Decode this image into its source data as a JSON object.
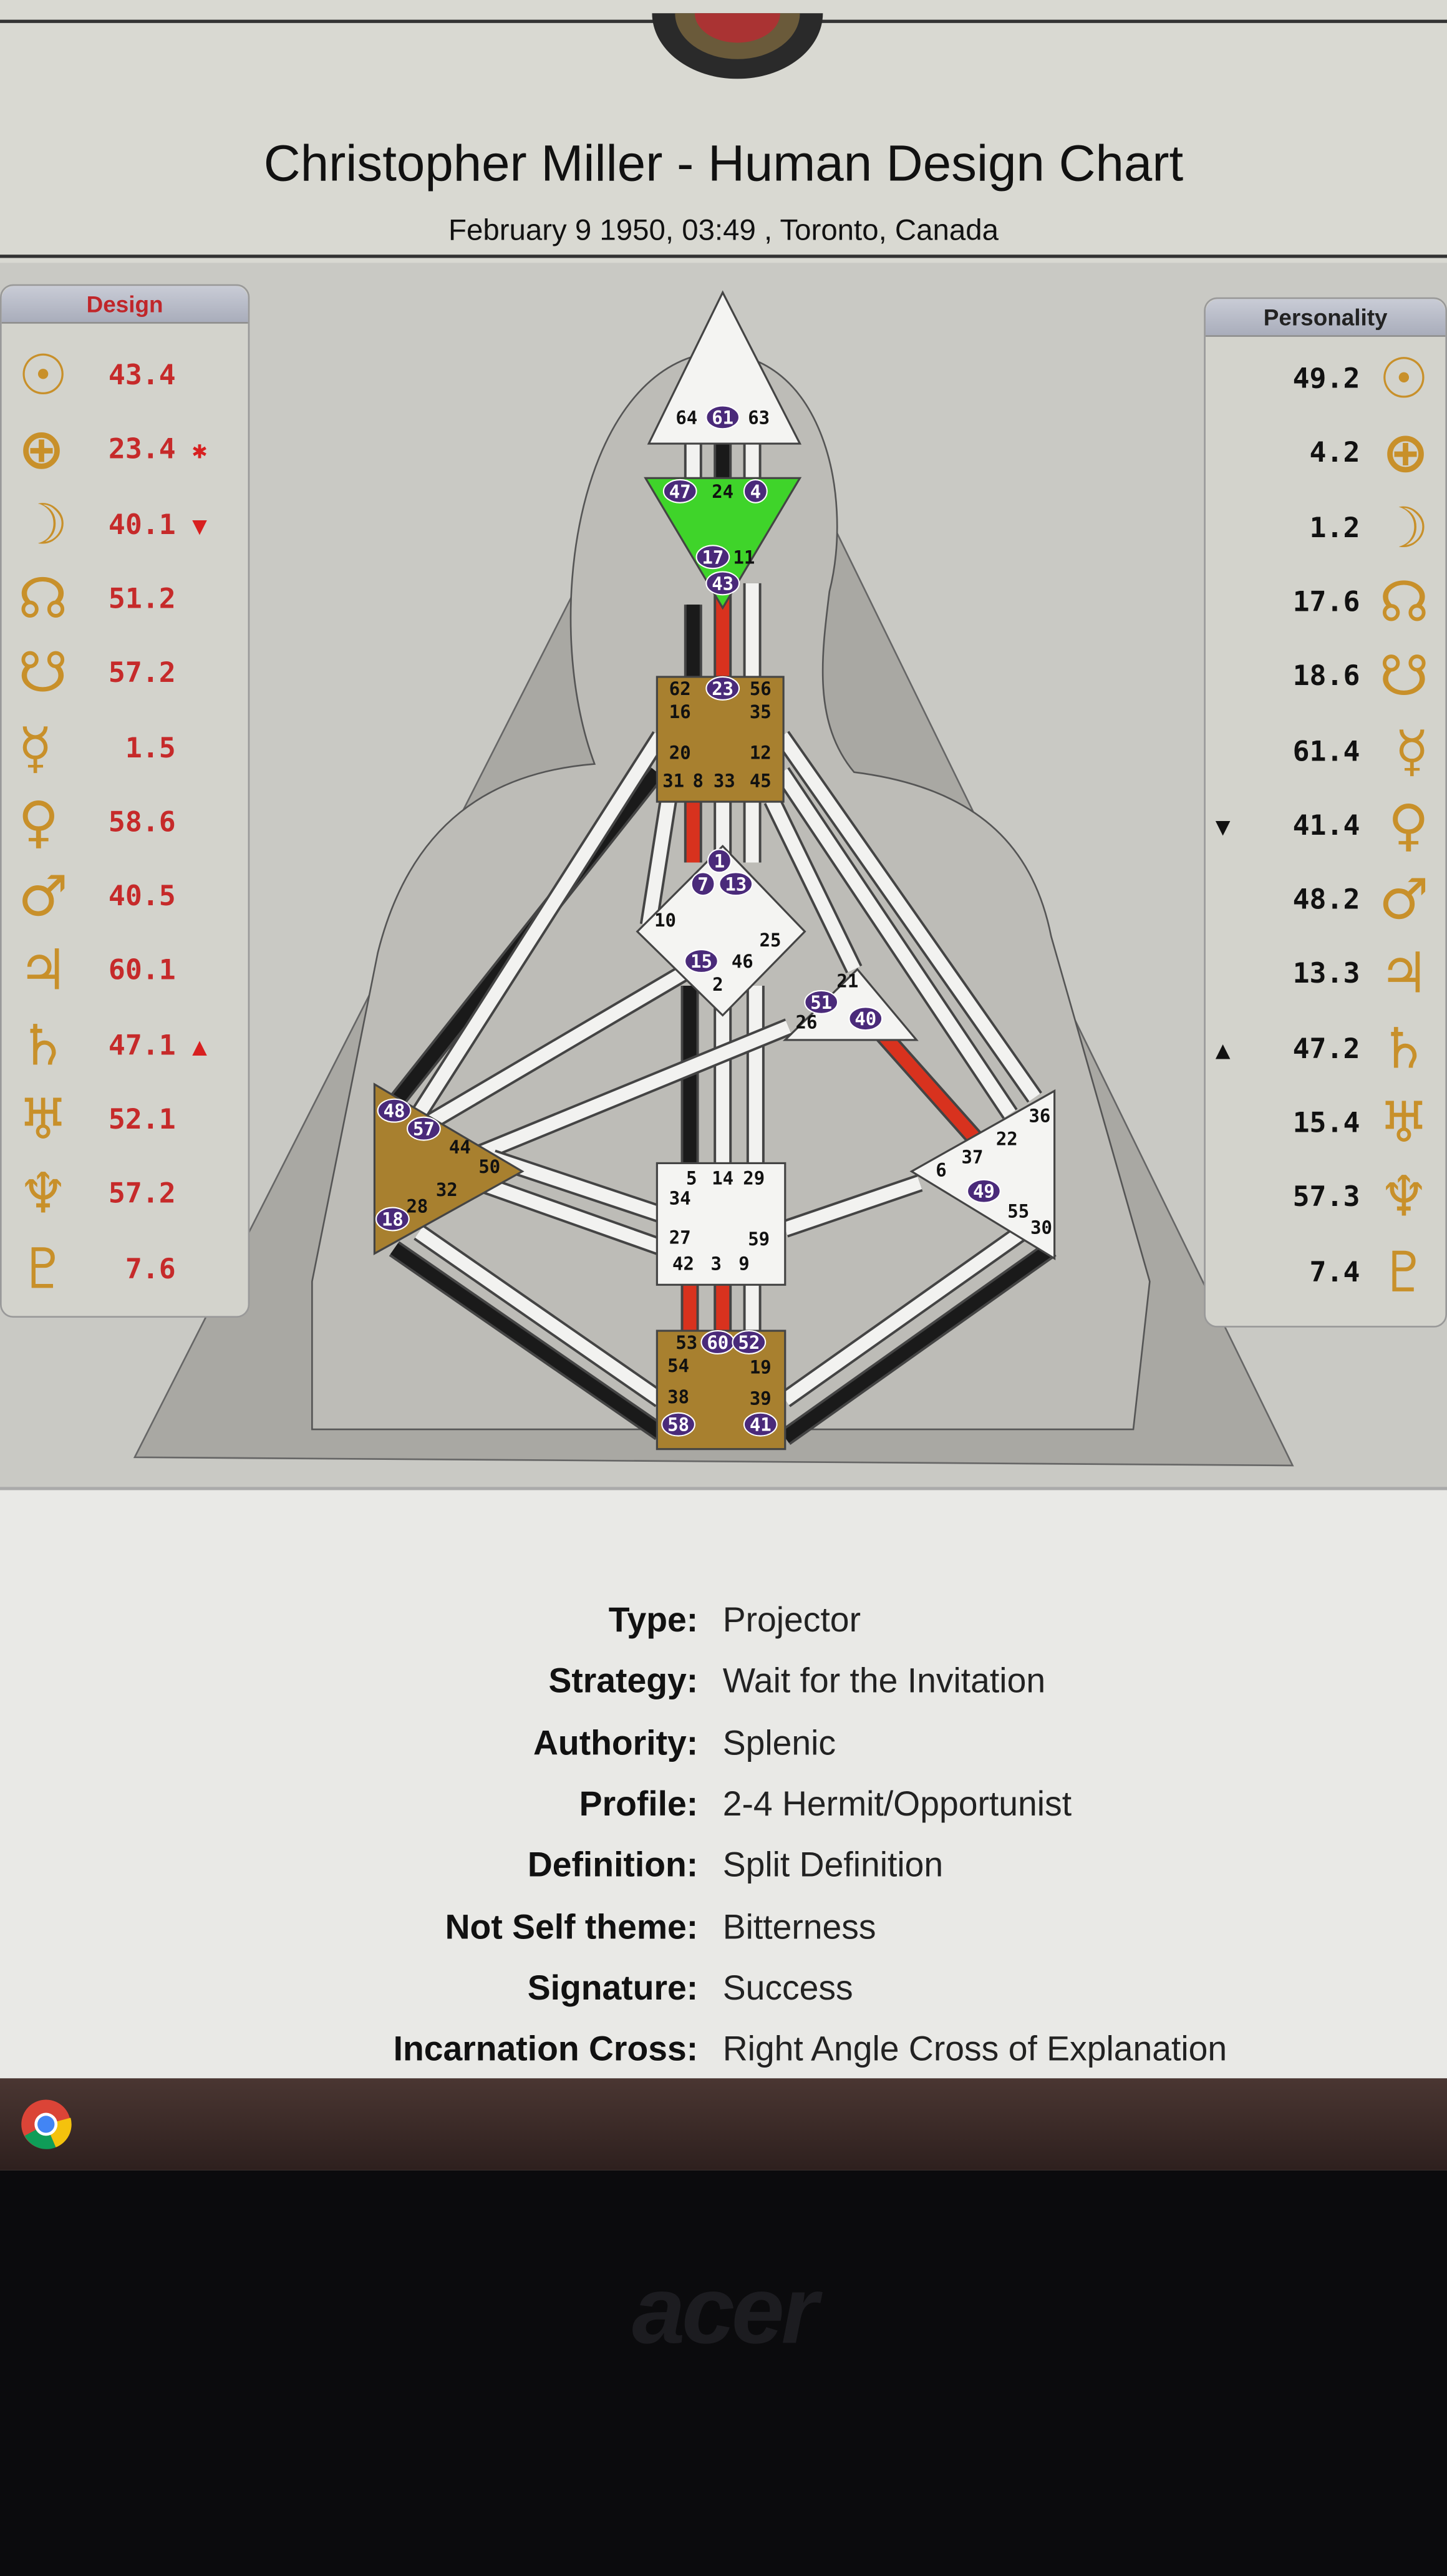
{
  "header": {
    "title": "Christopher Miller - Human Design Chart",
    "subtitle": "February 9 1950, 03:49 , Toronto, Canada"
  },
  "design": {
    "label": "Design",
    "rows": [
      {
        "planet": "sun",
        "value": "43.4",
        "mark": ""
      },
      {
        "planet": "earth",
        "value": "23.4",
        "mark": "✱"
      },
      {
        "planet": "moon",
        "value": "40.1",
        "mark": "▼"
      },
      {
        "planet": "north-node",
        "value": "51.2",
        "mark": ""
      },
      {
        "planet": "south-node",
        "value": "57.2",
        "mark": ""
      },
      {
        "planet": "mercury",
        "value": "1.5",
        "mark": ""
      },
      {
        "planet": "venus",
        "value": "58.6",
        "mark": ""
      },
      {
        "planet": "mars",
        "value": "40.5",
        "mark": ""
      },
      {
        "planet": "jupiter",
        "value": "60.1",
        "mark": ""
      },
      {
        "planet": "saturn",
        "value": "47.1",
        "mark": "▲"
      },
      {
        "planet": "uranus",
        "value": "52.1",
        "mark": ""
      },
      {
        "planet": "neptune",
        "value": "57.2",
        "mark": ""
      },
      {
        "planet": "pluto",
        "value": "7.6",
        "mark": ""
      }
    ]
  },
  "personality": {
    "label": "Personality",
    "rows": [
      {
        "planet": "sun",
        "value": "49.2",
        "mark": ""
      },
      {
        "planet": "earth",
        "value": "4.2",
        "mark": ""
      },
      {
        "planet": "moon",
        "value": "1.2",
        "mark": ""
      },
      {
        "planet": "north-node",
        "value": "17.6",
        "mark": ""
      },
      {
        "planet": "south-node",
        "value": "18.6",
        "mark": ""
      },
      {
        "planet": "mercury",
        "value": "61.4",
        "mark": ""
      },
      {
        "planet": "venus",
        "value": "41.4",
        "mark": "▼"
      },
      {
        "planet": "mars",
        "value": "48.2",
        "mark": ""
      },
      {
        "planet": "jupiter",
        "value": "13.3",
        "mark": ""
      },
      {
        "planet": "saturn",
        "value": "47.2",
        "mark": "▲"
      },
      {
        "planet": "uranus",
        "value": "15.4",
        "mark": ""
      },
      {
        "planet": "neptune",
        "value": "57.3",
        "mark": ""
      },
      {
        "planet": "pluto",
        "value": "7.4",
        "mark": ""
      }
    ]
  },
  "bodygraph": {
    "colors": {
      "defined_gold": "#a8802f",
      "defined_green": "#3fd42a",
      "undefined": "#f4f4f2",
      "active_gate": "#4a2a7a",
      "red": "#d8321e",
      "black": "#1a1a1a"
    },
    "centers": [
      {
        "name": "head",
        "defined": false,
        "gates": [
          {
            "g": "64",
            "a": false
          },
          {
            "g": "61",
            "a": true
          },
          {
            "g": "63",
            "a": false
          }
        ]
      },
      {
        "name": "ajna",
        "defined": true,
        "gates": [
          {
            "g": "47",
            "a": true
          },
          {
            "g": "24",
            "a": false
          },
          {
            "g": "4",
            "a": true
          },
          {
            "g": "17",
            "a": true
          },
          {
            "g": "11",
            "a": false
          },
          {
            "g": "43",
            "a": true
          }
        ]
      },
      {
        "name": "throat",
        "defined": true,
        "gates": [
          {
            "g": "62",
            "a": false
          },
          {
            "g": "23",
            "a": true
          },
          {
            "g": "56",
            "a": false
          },
          {
            "g": "16",
            "a": false
          },
          {
            "g": "35",
            "a": false
          },
          {
            "g": "20",
            "a": false
          },
          {
            "g": "12",
            "a": false
          },
          {
            "g": "31",
            "a": false
          },
          {
            "g": "8",
            "a": false
          },
          {
            "g": "33",
            "a": false
          },
          {
            "g": "45",
            "a": false
          }
        ]
      },
      {
        "name": "g",
        "defined": false,
        "gates": [
          {
            "g": "1",
            "a": true
          },
          {
            "g": "7",
            "a": true
          },
          {
            "g": "13",
            "a": true
          },
          {
            "g": "10",
            "a": false
          },
          {
            "g": "25",
            "a": false
          },
          {
            "g": "15",
            "a": true
          },
          {
            "g": "46",
            "a": false
          },
          {
            "g": "2",
            "a": false
          }
        ]
      },
      {
        "name": "heart",
        "defined": false,
        "gates": [
          {
            "g": "21",
            "a": false
          },
          {
            "g": "51",
            "a": true
          },
          {
            "g": "26",
            "a": false
          },
          {
            "g": "40",
            "a": true
          }
        ]
      },
      {
        "name": "spleen",
        "defined": true,
        "gates": [
          {
            "g": "48",
            "a": true
          },
          {
            "g": "57",
            "a": true
          },
          {
            "g": "44",
            "a": false
          },
          {
            "g": "50",
            "a": false
          },
          {
            "g": "32",
            "a": false
          },
          {
            "g": "28",
            "a": false
          },
          {
            "g": "18",
            "a": true
          }
        ]
      },
      {
        "name": "solar-plexus",
        "defined": false,
        "gates": [
          {
            "g": "36",
            "a": false
          },
          {
            "g": "22",
            "a": false
          },
          {
            "g": "37",
            "a": false
          },
          {
            "g": "6",
            "a": false
          },
          {
            "g": "49",
            "a": true
          },
          {
            "g": "55",
            "a": false
          },
          {
            "g": "30",
            "a": false
          }
        ]
      },
      {
        "name": "sacral",
        "defined": false,
        "gates": [
          {
            "g": "5",
            "a": false
          },
          {
            "g": "14",
            "a": false
          },
          {
            "g": "29",
            "a": false
          },
          {
            "g": "34",
            "a": false
          },
          {
            "g": "27",
            "a": false
          },
          {
            "g": "59",
            "a": false
          },
          {
            "g": "42",
            "a": false
          },
          {
            "g": "3",
            "a": false
          },
          {
            "g": "9",
            "a": false
          }
        ]
      },
      {
        "name": "root",
        "defined": true,
        "gates": [
          {
            "g": "53",
            "a": false
          },
          {
            "g": "60",
            "a": true
          },
          {
            "g": "52",
            "a": true
          },
          {
            "g": "54",
            "a": false
          },
          {
            "g": "19",
            "a": false
          },
          {
            "g": "38",
            "a": false
          },
          {
            "g": "39",
            "a": false
          },
          {
            "g": "58",
            "a": true
          },
          {
            "g": "41",
            "a": true
          }
        ]
      }
    ]
  },
  "properties": [
    {
      "key": "Type:",
      "value": "Projector"
    },
    {
      "key": "Strategy:",
      "value": "Wait for the Invitation"
    },
    {
      "key": "Authority:",
      "value": "Splenic"
    },
    {
      "key": "Profile:",
      "value": "2-4 Hermit/Opportunist"
    },
    {
      "key": "Definition:",
      "value": "Split Definition"
    },
    {
      "key": "Not Self theme:",
      "value": "Bitterness"
    },
    {
      "key": "Signature:",
      "value": "Success"
    },
    {
      "key": "Incarnation Cross:",
      "value": "Right Angle Cross of Explanation"
    }
  ],
  "taskbar": {
    "apps": [
      "chrome-icon"
    ]
  },
  "monitor": {
    "brand": "acer"
  }
}
